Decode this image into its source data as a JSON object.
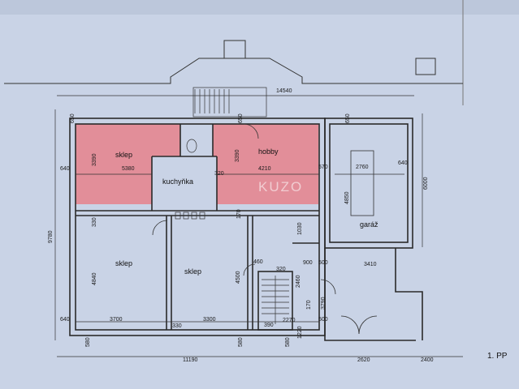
{
  "rooms": {
    "sklep_top": "sklep",
    "kuchynka": "kuchyňka",
    "hobby": "hobby",
    "garaz": "garáž",
    "sklep_left": "sklep",
    "sklep_mid": "sklep"
  },
  "dimensions": {
    "overall_width": "14540",
    "overall_depth": "9780",
    "bottom_left_width": "11190",
    "bottom_right_a": "2620",
    "bottom_right_b": "2400",
    "garage_depth": "6000",
    "d650_1": "650",
    "d650_2": "650",
    "d650_3": "650",
    "d3390_1": "3390",
    "d3390_2": "3390",
    "d640_1": "640",
    "d640_2": "640",
    "d640_3": "640",
    "d5380": "5380",
    "d4210": "4210",
    "d320_1": "320",
    "d570": "570",
    "d2760": "2760",
    "d4850": "4850",
    "d330_1": "330",
    "d170_1": "170",
    "d1030": "1030",
    "d4840": "4840",
    "d4500": "4500",
    "d460": "460",
    "d500_1": "500",
    "d3410": "3410",
    "d320_2": "320",
    "d2460": "2460",
    "d900": "900",
    "d3790": "3790",
    "d170_2": "170",
    "d500_2": "500",
    "d3700": "3700",
    "d3300": "3300",
    "d330_2": "330",
    "d390": "390",
    "d2270": "2270",
    "d1220": "1220",
    "d580_1": "580",
    "d580_2": "580",
    "d580_3": "580"
  },
  "watermark": "KUZO",
  "floor_label": "1. PP",
  "colors": {
    "background": "#c9d3e6",
    "highlight": "#e87f87",
    "wall": "#2a2a2a"
  }
}
